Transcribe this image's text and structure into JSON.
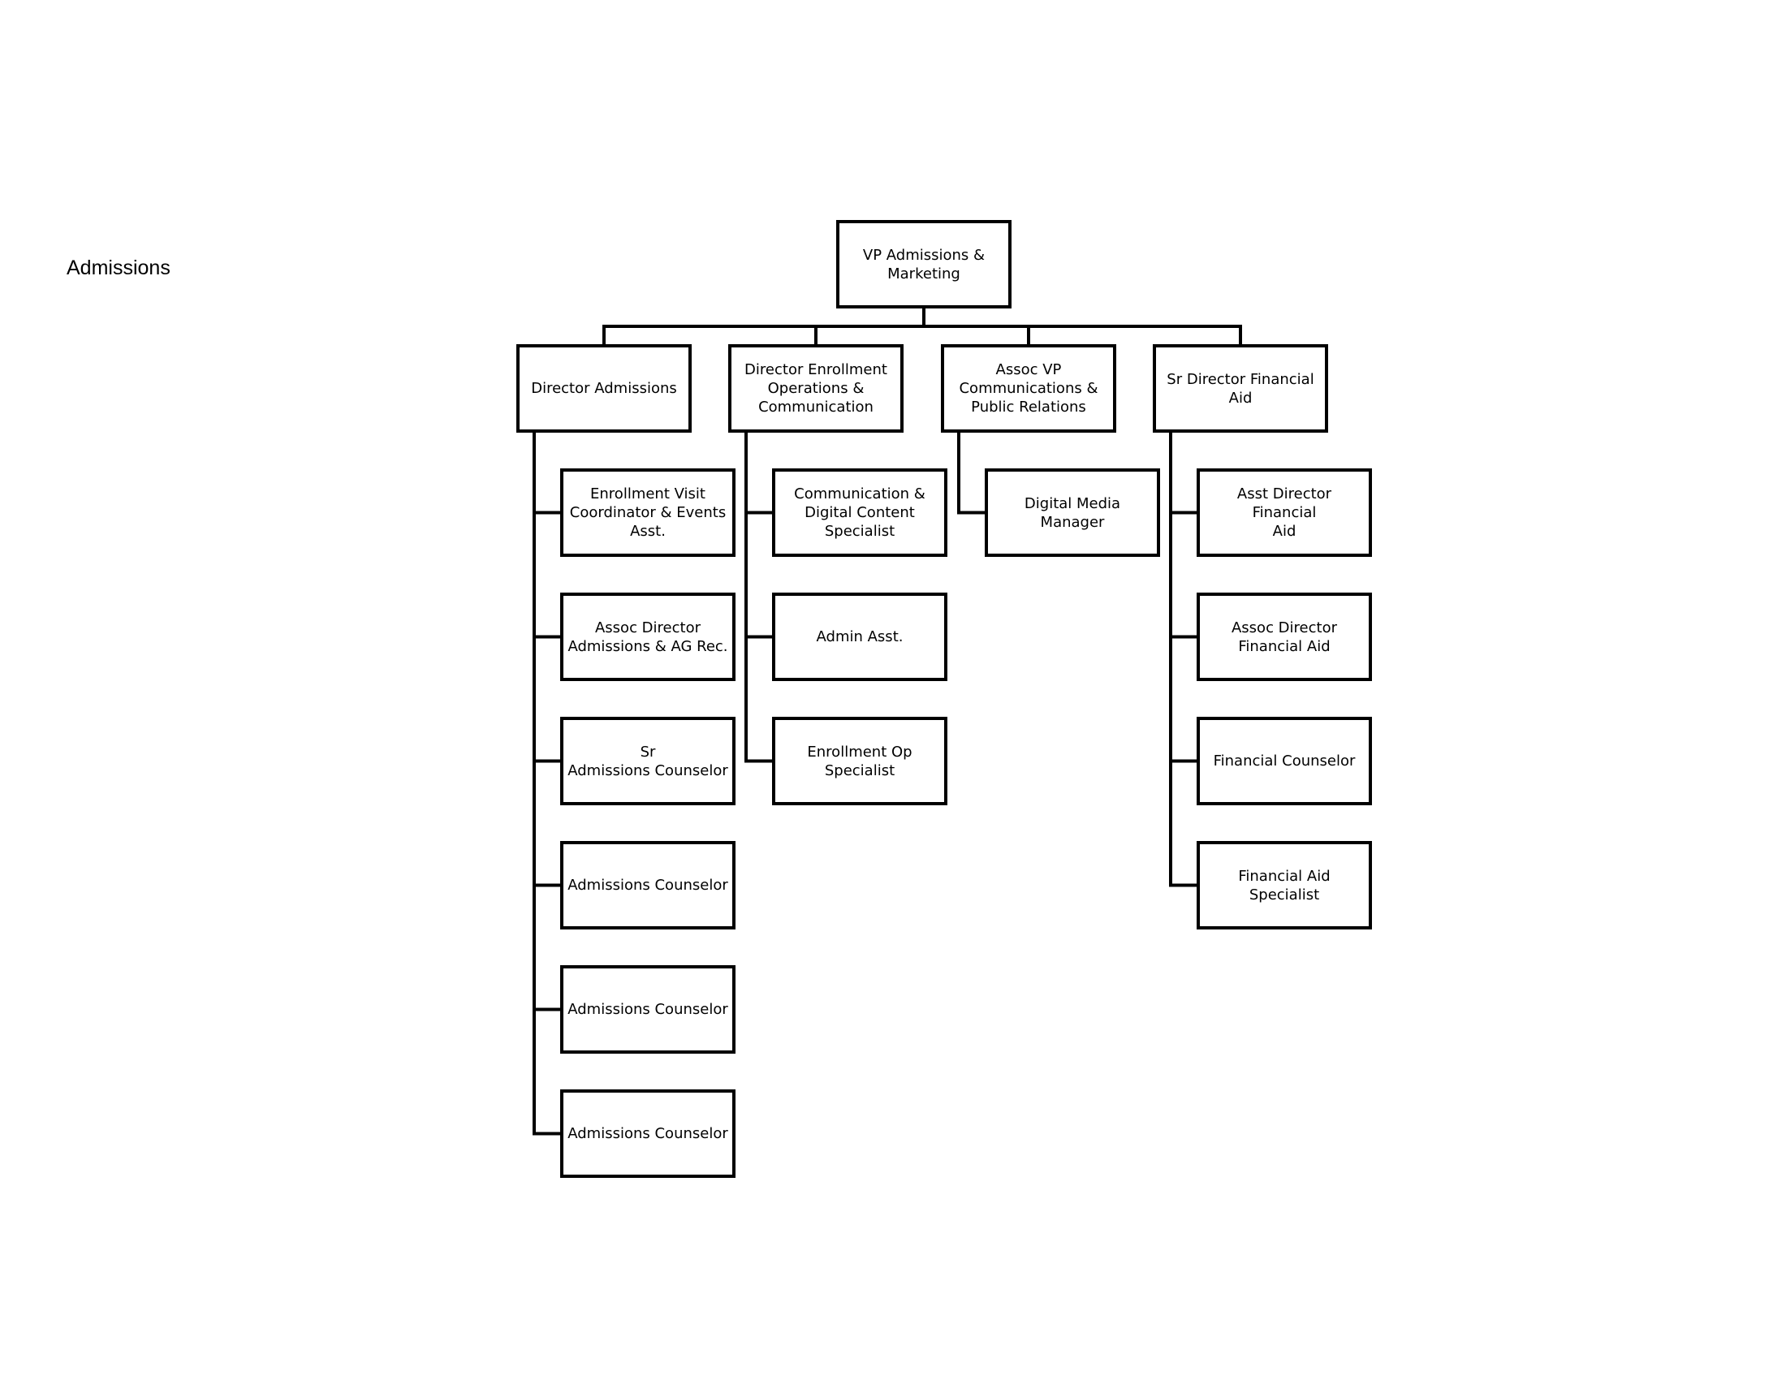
{
  "page": {
    "title": "Admissions"
  },
  "org_chart": {
    "root": {
      "label": "VP Admissions &\nMarketing"
    },
    "branches": [
      {
        "head": "Director Admissions",
        "reports": [
          "Enrollment Visit\nCoordinator & Events\nAsst.",
          "Assoc Director\nAdmissions & AG Rec.",
          "Sr\nAdmissions Counselor",
          "Admissions Counselor",
          "Admissions Counselor",
          "Admissions Counselor"
        ]
      },
      {
        "head": "Director Enrollment\nOperations &\nCommunication",
        "reports": [
          "Communication &\nDigital Content\nSpecialist",
          "Admin Asst.",
          "Enrollment Op\nSpecialist"
        ]
      },
      {
        "head": "Assoc VP\nCommunications &\nPublic Relations",
        "reports": [
          "Digital Media Manager"
        ]
      },
      {
        "head": "Sr Director Financial\nAid",
        "reports": [
          "Asst Director Financial\nAid",
          "Assoc Director\nFinancial Aid",
          "Financial Counselor",
          "Financial Aid Specialist"
        ]
      }
    ]
  }
}
